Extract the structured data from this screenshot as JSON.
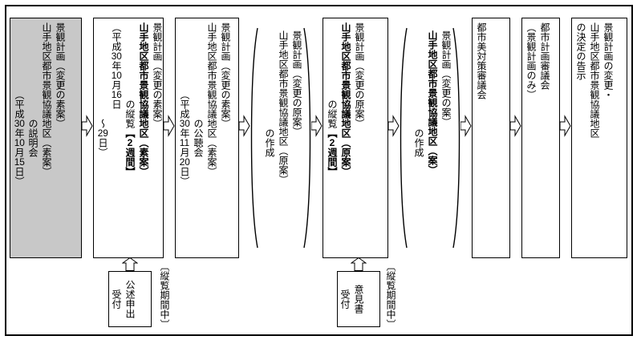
{
  "steps": {
    "briefing": {
      "lines": [
        "景観計画（変更の素案）",
        "山手地区都市景観協議地区（素案）",
        "の説明会",
        "（平成30年10月15日）"
      ]
    },
    "draft_inspection": {
      "line1": "景観計画（変更の素案）",
      "line2": "山手地区都市景観協議地区（素案）",
      "inspection": "の縦覧",
      "duration": "【2週間】",
      "date1": "（平成30年10月16日",
      "date2": "～29日）"
    },
    "public_hearing": {
      "lines": [
        "景観計画（変更の素案）",
        "山手地区都市景観協議地区（素案）",
        "の公聴会",
        "（平成30年11月20日）"
      ]
    },
    "proposal_creation": {
      "lines": [
        "景観計画（変更の原案）",
        "山手地区都市景観協議地区（原案）",
        "の作成"
      ]
    },
    "proposal_inspection": {
      "line1": "景観計画（変更の原案）",
      "line2": "山手地区都市景観協議地区（原案）",
      "inspection": "の縦覧",
      "duration": "【2週間】"
    },
    "plan_creation": {
      "lines": [
        "景観計画（変更の案）",
        "山手地区都市景観協議地区（案）",
        "の作成"
      ]
    },
    "urban_beauty_council": {
      "lines": [
        "都市美対策審議会"
      ]
    },
    "city_planning_council": {
      "lines": [
        "都市計画審議会",
        "（景観計画のみ）"
      ]
    },
    "announcement": {
      "lines": [
        "景観計画の変更・",
        "山手地区都市景観協議地区",
        "の決定の告示"
      ]
    }
  },
  "annotations": {
    "statement_reception": {
      "lines": [
        "公述申出",
        "受付"
      ]
    },
    "opinion_reception": {
      "lines": [
        "意見書",
        "受付"
      ]
    },
    "inspection_period_1": "〔縦覧期間中〕",
    "inspection_period_2": "〔縦覧期間中〕"
  },
  "colors": {
    "highlight": "#c8c8c8",
    "line": "#000000"
  }
}
